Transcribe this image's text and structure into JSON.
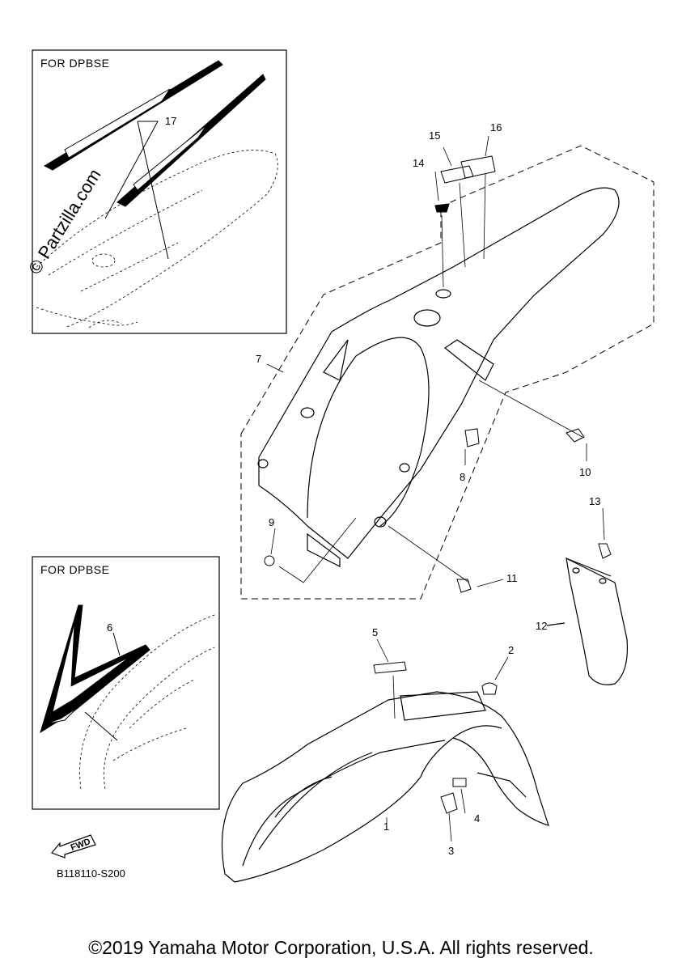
{
  "inset_top": {
    "title": "FOR DPBSE"
  },
  "inset_bottom": {
    "title": "FOR DPBSE"
  },
  "watermark": "© Partzilla.com",
  "fwd_label": "FWD",
  "diagram_code": "B118110-S200",
  "copyright": "©2019 Yamaha Motor Corporation, U.S.A. All rights reserved.",
  "callouts": [
    "1",
    "2",
    "3",
    "4",
    "5",
    "6",
    "7",
    "8",
    "9",
    "10",
    "11",
    "12",
    "13",
    "14",
    "15",
    "16",
    "17"
  ],
  "icons": {
    "fwd": "fwd-arrow-icon"
  }
}
